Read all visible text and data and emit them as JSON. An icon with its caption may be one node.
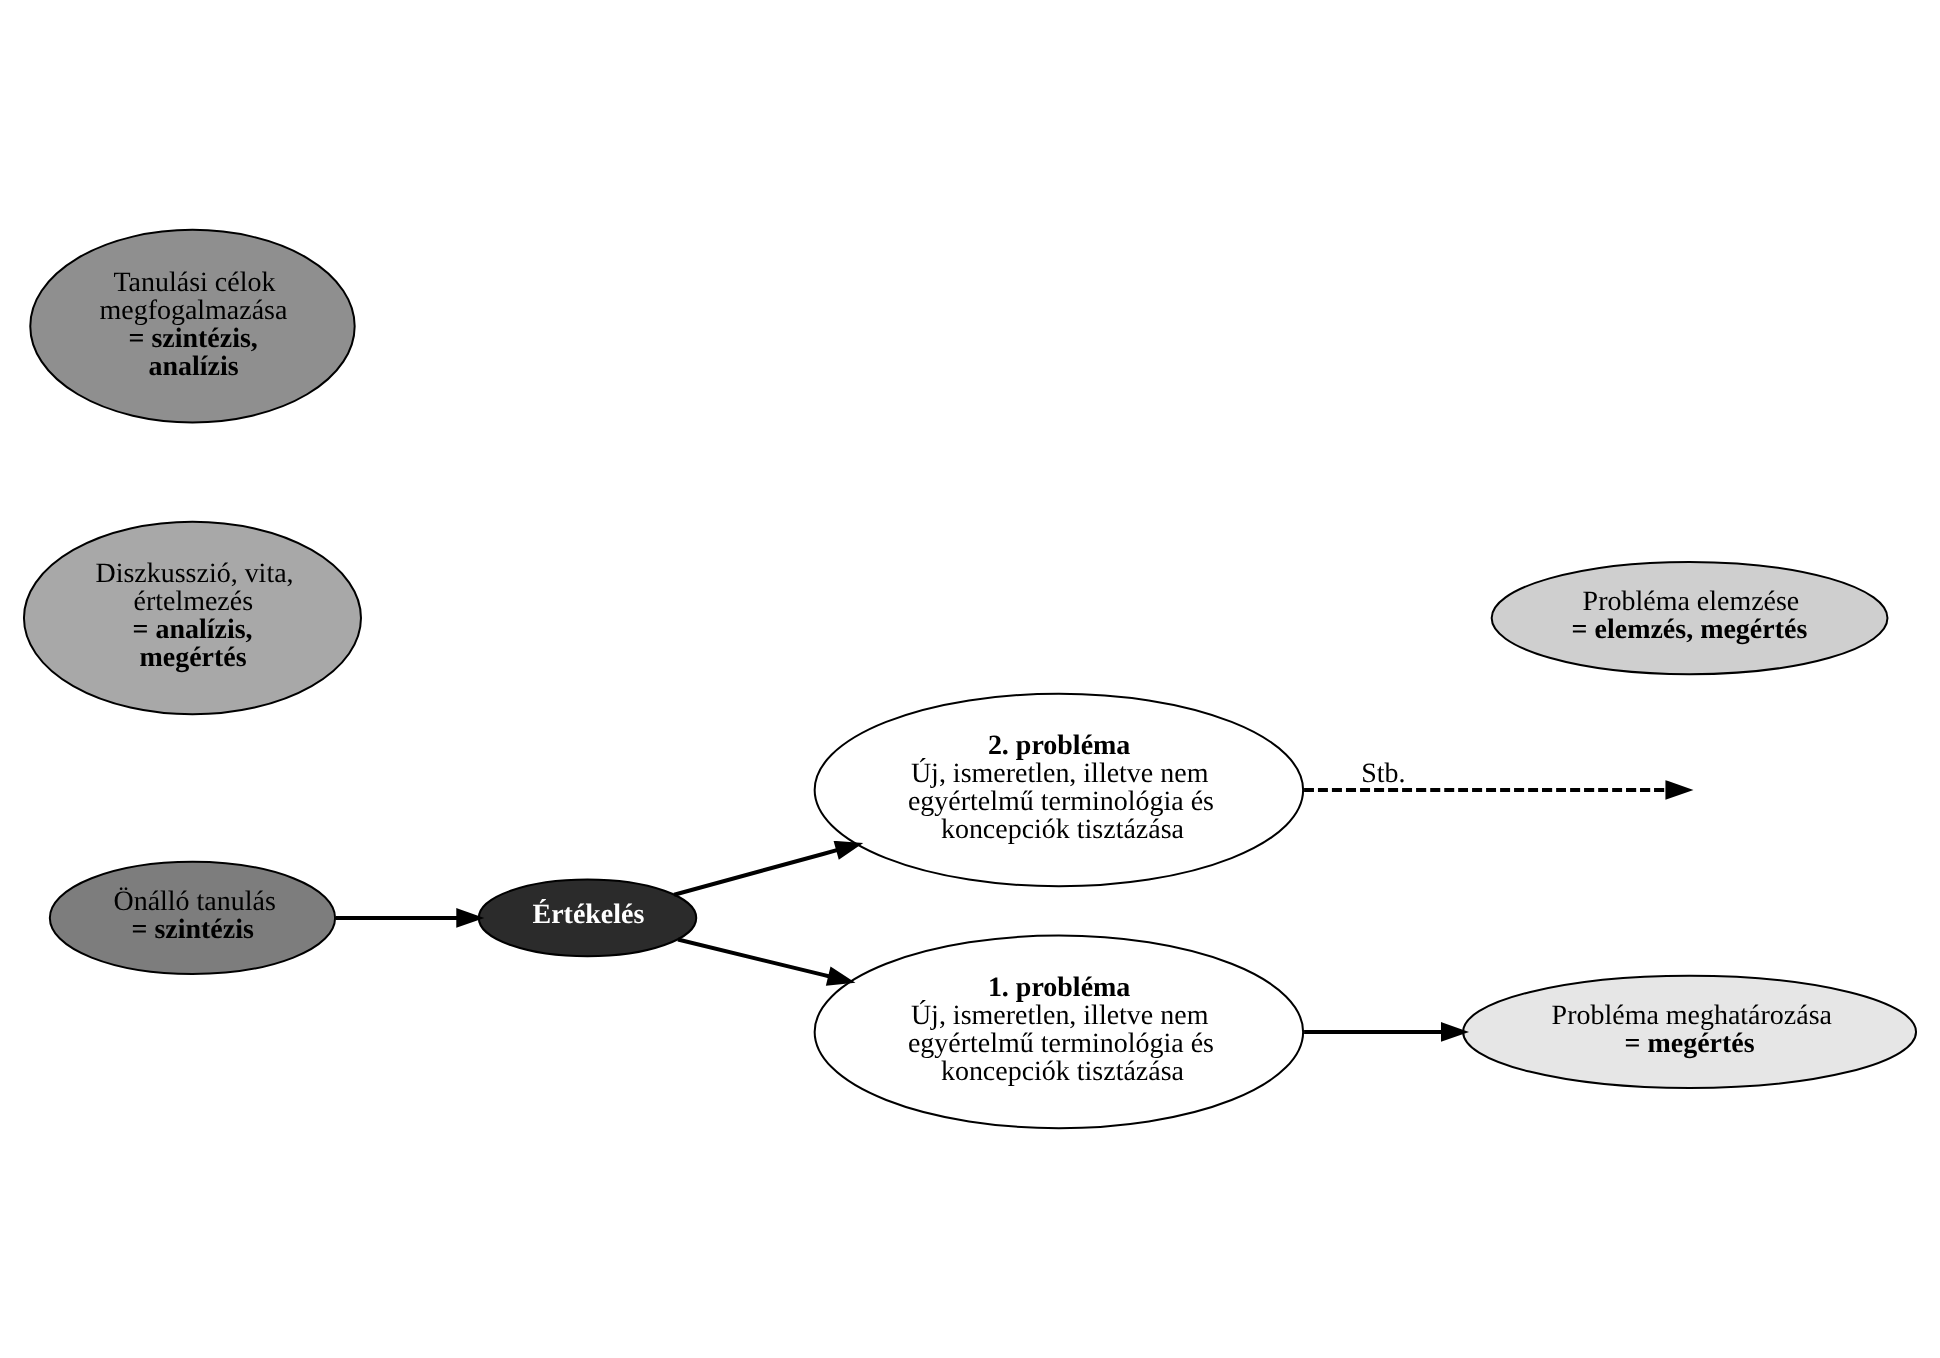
{
  "diagram": {
    "nodes": [
      {
        "text": [
          "2. probléma",
          "Új, ismeretlen, illetve nem egyértelmű terminológia és koncepciók tisztázása"
        ]
      },
      {
        "text": [
          "1. probléma",
          "Új, ismeretlen, illetve nem egyértelmű terminológia és koncepciók tisztázása"
        ]
      },
      {
        "text": [
          "Értékelés"
        ]
      },
      {
        "text": [
          "Probléma meghatározása",
          "= megértés"
        ]
      },
      {
        "text": [
          "Probléma elemzése",
          "= elemzés, megértés"
        ]
      },
      {
        "text": [
          "Diszkusszió, vita, értelmezés",
          "= analízis, megértés"
        ]
      },
      {
        "text": [
          "Tanulási célok megfogalmazása",
          "= szintézis, analízis"
        ]
      },
      {
        "text": [
          "Önálló tanulás",
          "= szintézis"
        ]
      }
    ],
    "edges": [
      {
        "from": 2,
        "to": 0,
        "arrow": "to"
      },
      {
        "from": 2,
        "to": 1,
        "arrow": "to"
      },
      {
        "from": 0,
        "to": null,
        "arrow": "to",
        "style": "dashed",
        "label": "Stb."
      },
      {
        "from": 1,
        "to": 3,
        "arrow": "to"
      },
      {
        "from": 7,
        "to": 2,
        "arrow": "to"
      }
    ]
  }
}
